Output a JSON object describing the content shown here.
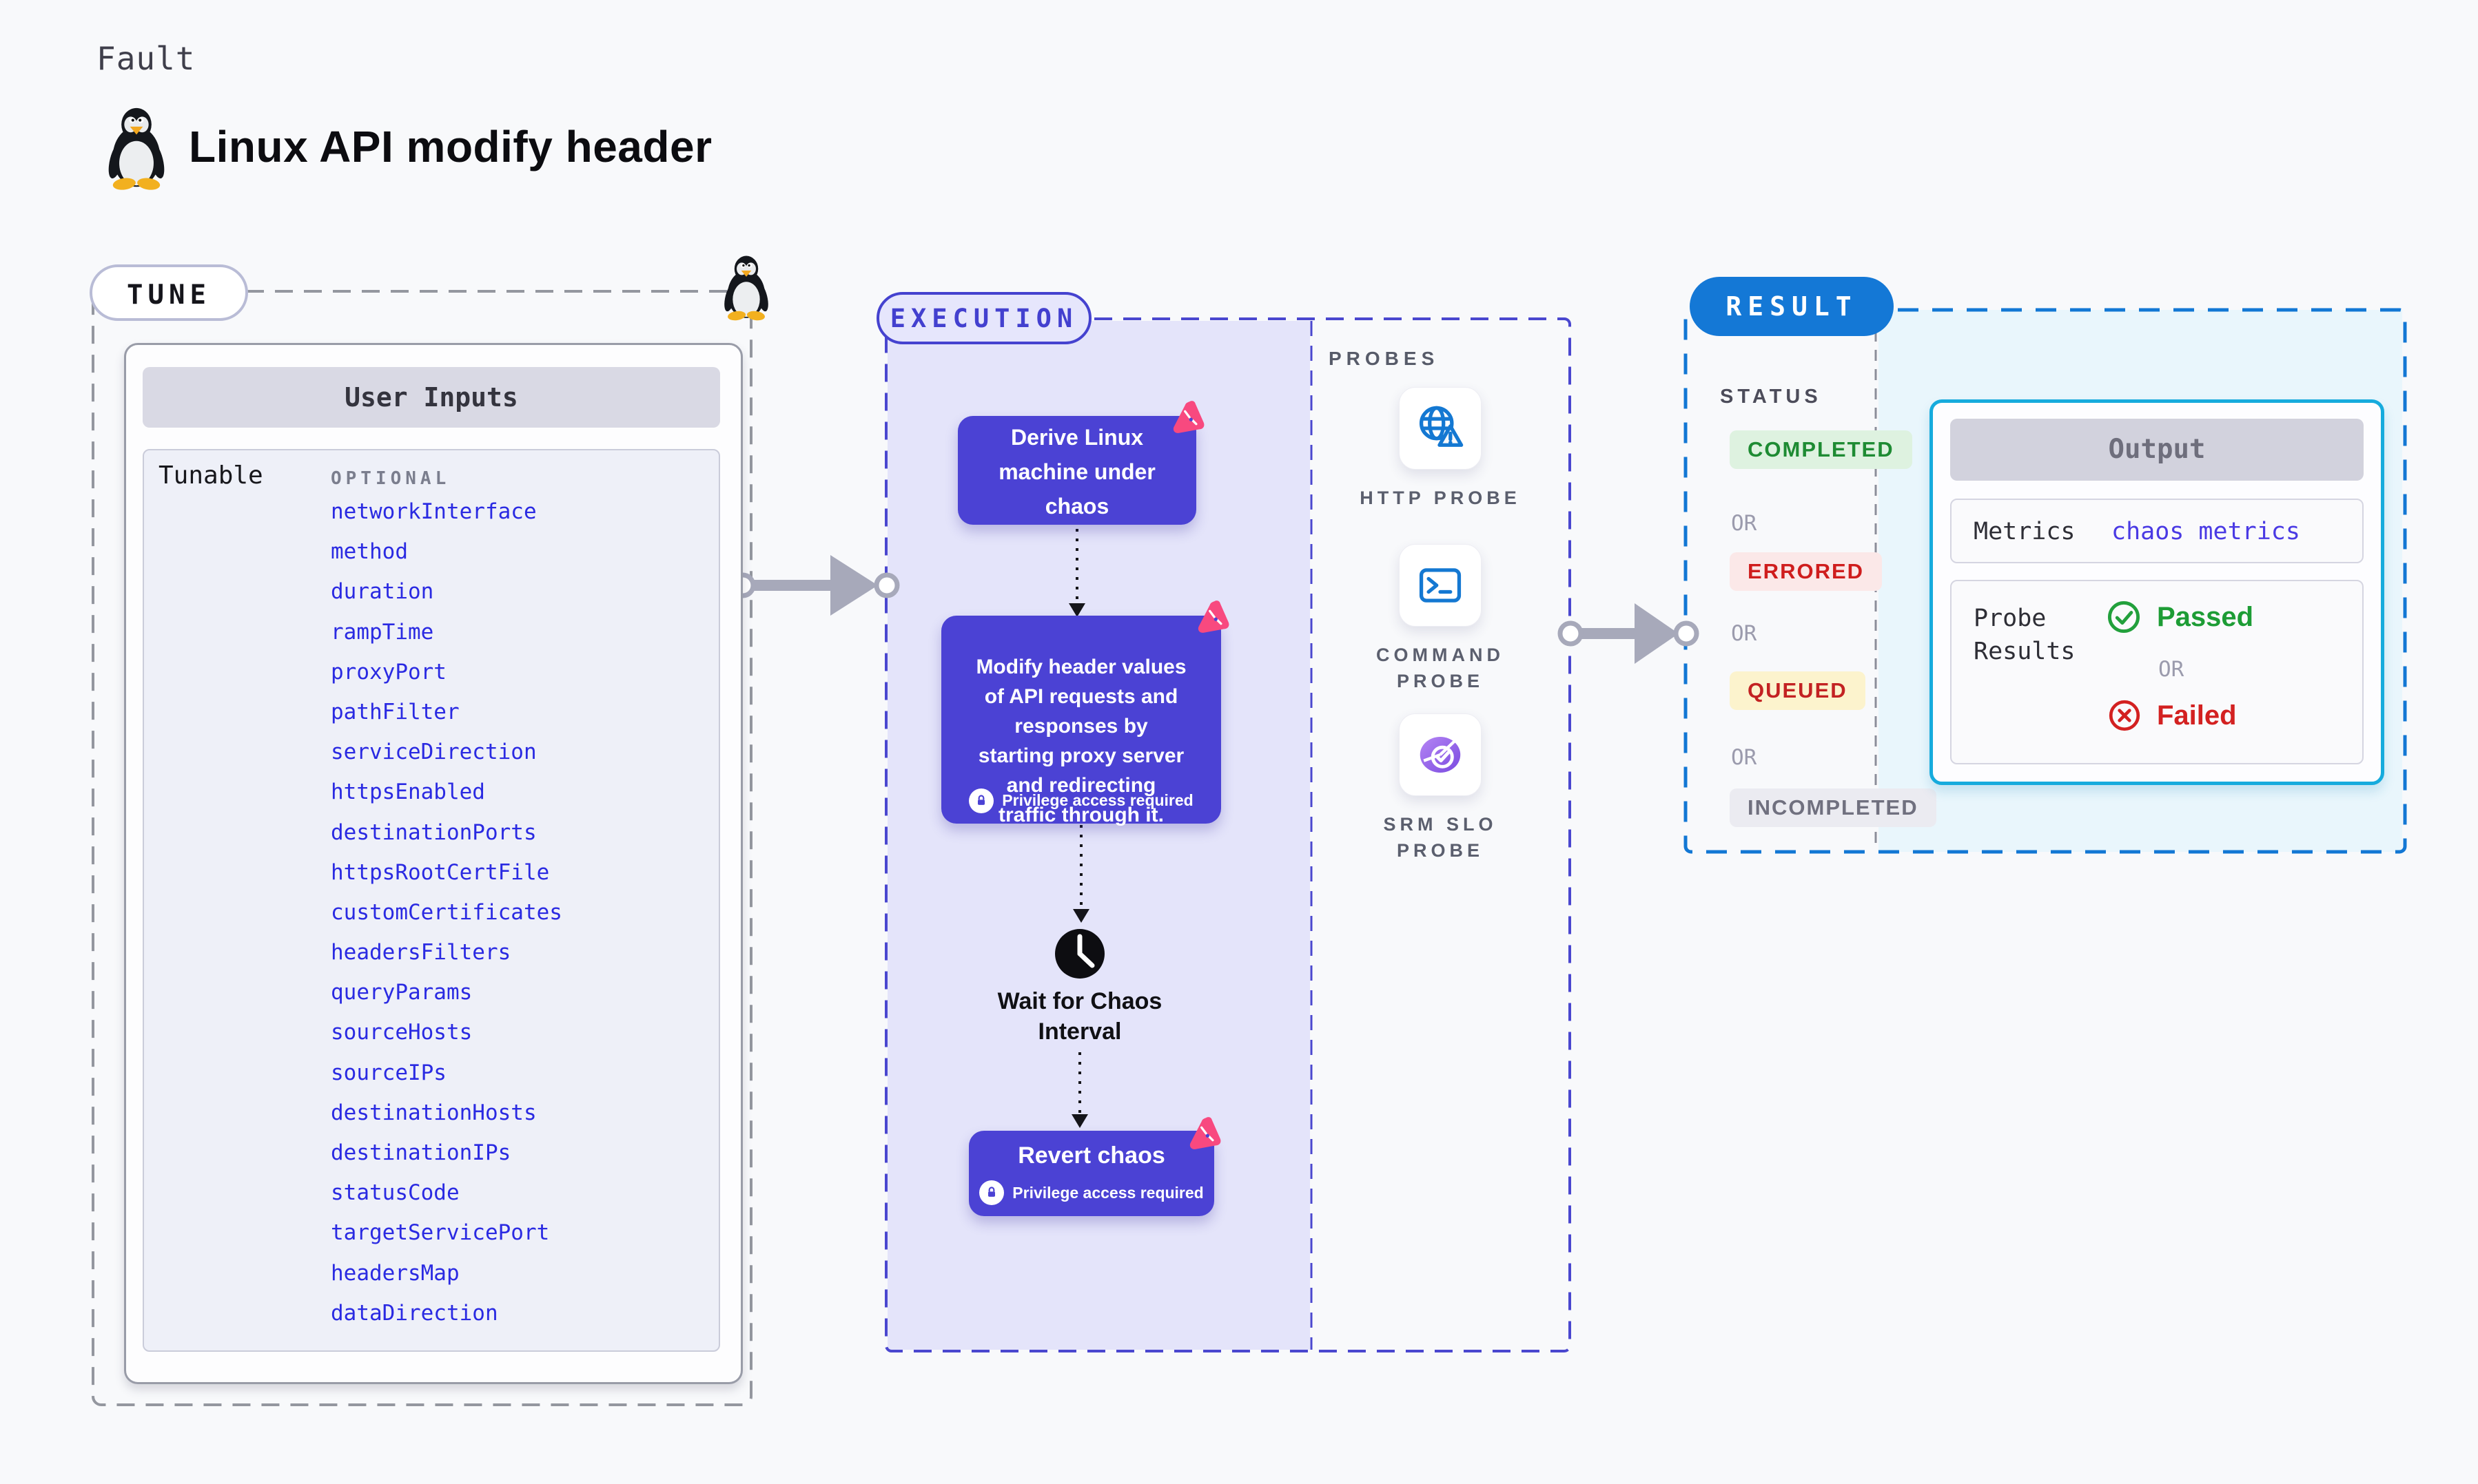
{
  "header": {
    "kicker": "Fault",
    "title": "Linux API modify header",
    "os_icon": "tux-penguin-icon"
  },
  "tune": {
    "label": "TUNE",
    "card_title": "User Inputs",
    "row_label": "Tunable",
    "optional_label": "OPTIONAL",
    "tunables": [
      "networkInterface",
      "method",
      "duration",
      "rampTime",
      "proxyPort",
      "pathFilter",
      "serviceDirection",
      "httpsEnabled",
      "destinationPorts",
      "httpsRootCertFile",
      "customCertificates",
      "headersFilters",
      "queryParams",
      "sourceHosts",
      "sourceIPs",
      "destinationHosts",
      "destinationIPs",
      "statusCode",
      "targetServicePort",
      "headersMap",
      "dataDirection"
    ]
  },
  "execution": {
    "label": "EXECUTION",
    "steps": {
      "derive": "Derive Linux\nmachine under\nchaos",
      "inject": "Modify header values\nof API requests and\nresponses by\nstarting proxy server\nand redirecting\ntraffic through it.",
      "wait": "Wait for Chaos\nInterval",
      "revert": "Revert chaos"
    },
    "privilege_note": "Privilege access required"
  },
  "probes": {
    "label": "PROBES",
    "items": [
      {
        "label": "HTTP PROBE",
        "icon": "http-globe-alert-icon"
      },
      {
        "label": "COMMAND\nPROBE",
        "icon": "terminal-icon"
      },
      {
        "label": "SRM SLO\nPROBE",
        "icon": "slo-donut-check-icon"
      }
    ]
  },
  "result": {
    "label": "RESULT",
    "status_label": "STATUS",
    "or_label": "OR",
    "statuses": [
      {
        "text": "COMPLETED",
        "kind": "success"
      },
      {
        "text": "ERRORED",
        "kind": "error"
      },
      {
        "text": "QUEUED",
        "kind": "queued"
      },
      {
        "text": "INCOMPLETED",
        "kind": "incomplete"
      }
    ],
    "output": {
      "title": "Output",
      "metrics_label": "Metrics",
      "metrics_link": "chaos metrics",
      "probe_results_label": "Probe\nResults",
      "passed_label": "Passed",
      "failed_label": "Failed"
    }
  },
  "colors": {
    "page_bg": "#f8f9fb",
    "node_indigo": "#4b42d4",
    "execution_border": "#4a47cf",
    "lavender_panel": "#e4e4fa",
    "chaos_pink": "#f8497f",
    "tunable_link_blue": "#2a2ae2",
    "result_blue": "#1478d6",
    "output_border_cyan": "#16abdd",
    "result_panel_cyan": "#e9f6fc",
    "success_green": "#1d9c35",
    "error_red": "#d32121",
    "queued_bg_yellow": "#fcf3cd",
    "probe_icon_blue": "#1478d2",
    "arrow_gray": "#a7a9ba"
  }
}
